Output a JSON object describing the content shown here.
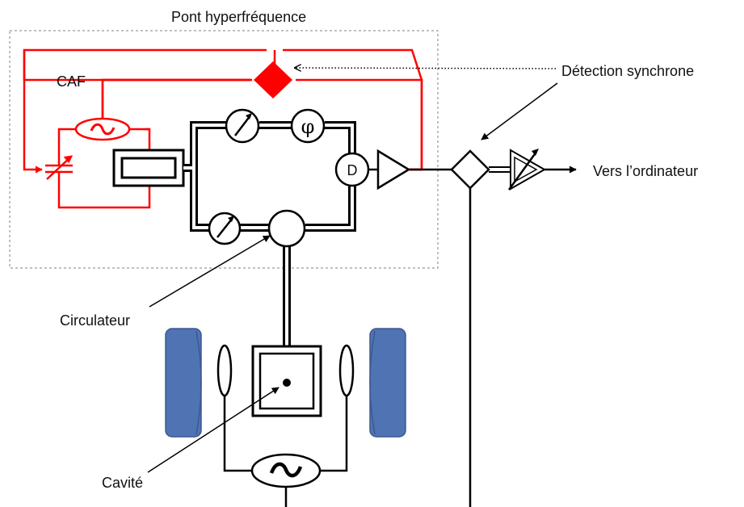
{
  "labels": {
    "bridge": "Pont hyperfréquence",
    "caf": "CAF",
    "sync_detection": "Détection synchrone",
    "to_computer": "Vers l’ordinateur",
    "circulator": "Circulateur",
    "cavity": "Cavité"
  },
  "symbols": {
    "phase_shifter": "φ",
    "detector": "D",
    "oscillator": "~"
  },
  "colors": {
    "afc_loop": "#ff0000",
    "magnet": "#4f73b3",
    "magnet_edge": "#3a5a90",
    "waveguide": "#000000",
    "bridge_border": "#808080"
  },
  "icons": {
    "ac_source": "ac-source-icon",
    "attenuator": "attenuator-icon",
    "variable_capacitor": "variable-capacitor-icon",
    "mixer": "mixer-icon",
    "amplifier": "amplifier-icon",
    "variable_amplifier": "variable-amplifier-icon",
    "magnet": "magnet-icon",
    "modulation_coil": "modulation-coil-icon"
  }
}
